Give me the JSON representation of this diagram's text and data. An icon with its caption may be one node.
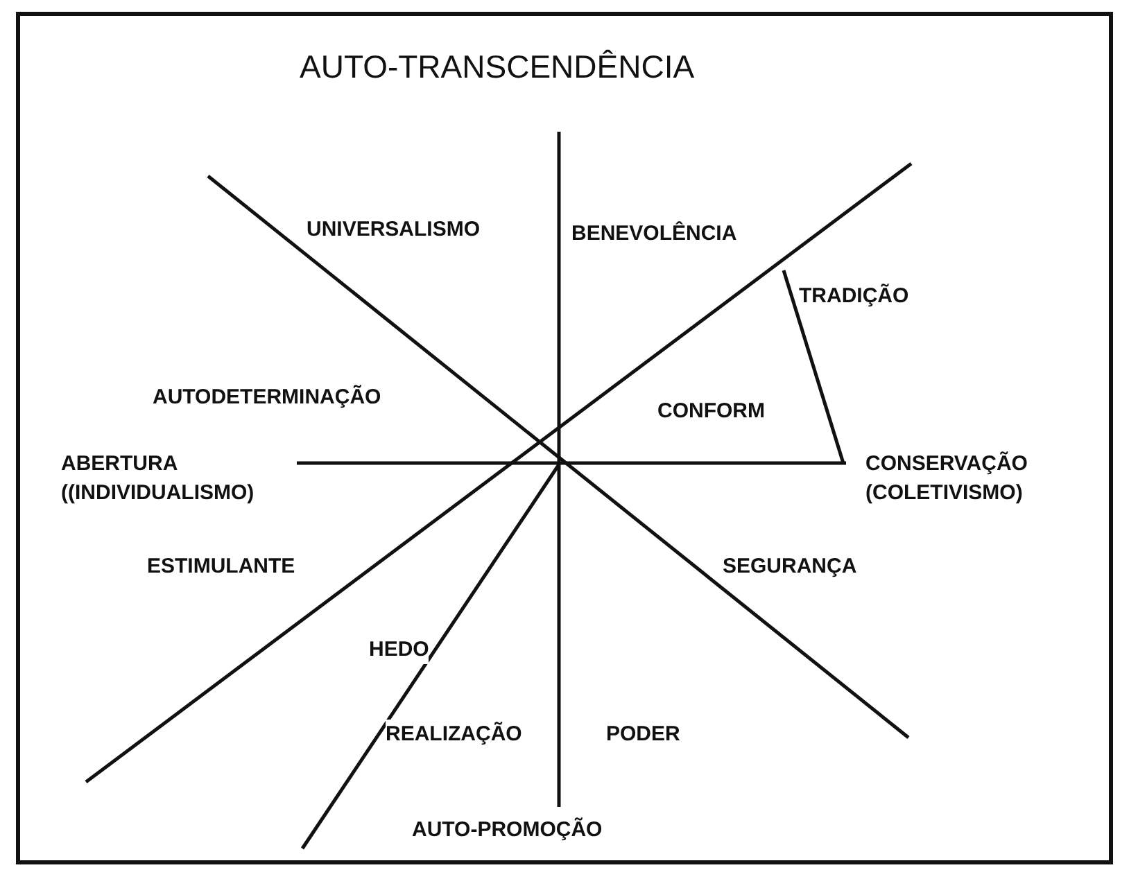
{
  "diagram": {
    "labels": [
      "AUTO-TRANSCENDÊNCIA",
      "UNIVERSALISMO",
      "BENEVOLÊNCIA",
      "TRADIÇÃO",
      "AUTODETERMINAÇÃO",
      "CONFORM",
      "ABERTURA ((INDIVIDUALISMO)",
      "CONSERVAÇÃO (COLETIVISMO)",
      "ESTIMULANTE",
      "SEGURANÇA",
      "HEDO",
      "REALIZAÇÃO",
      "PODER",
      "AUTO-PROMOÇÃO"
    ]
  }
}
